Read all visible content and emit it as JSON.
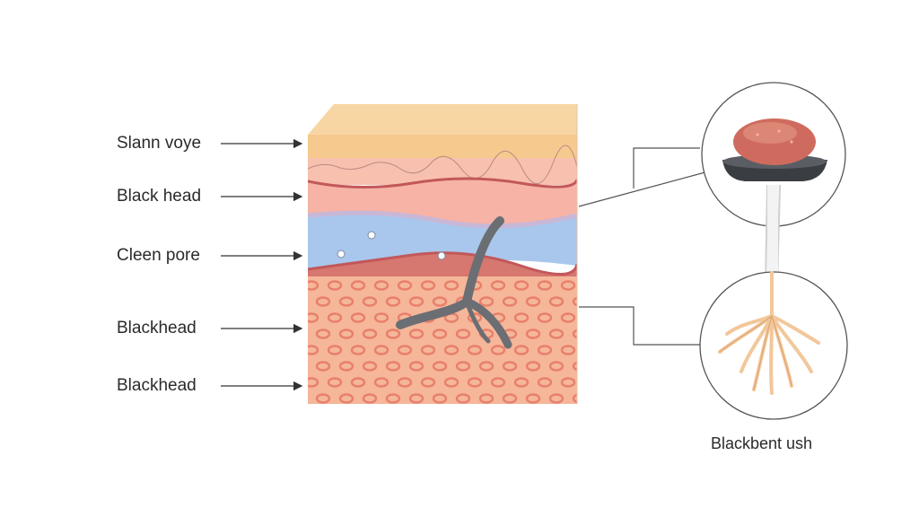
{
  "labels": [
    "Slann voye",
    "Black head",
    "Cleen pore",
    "Blackhead",
    "Blackhead"
  ],
  "caption": "Blackbent ush",
  "colors": {
    "epidermis_top": "#f6c98e",
    "epidermis": "#f4b2a0",
    "dermis_band": "#f9c4b8",
    "blue_layer": "#a9c7ec",
    "red_line": "#c2585a",
    "lower_tissue": "#f5b69a",
    "cell_spots": "#e8806a",
    "plug": "#6b6e73",
    "circle_stroke": "#555555"
  }
}
